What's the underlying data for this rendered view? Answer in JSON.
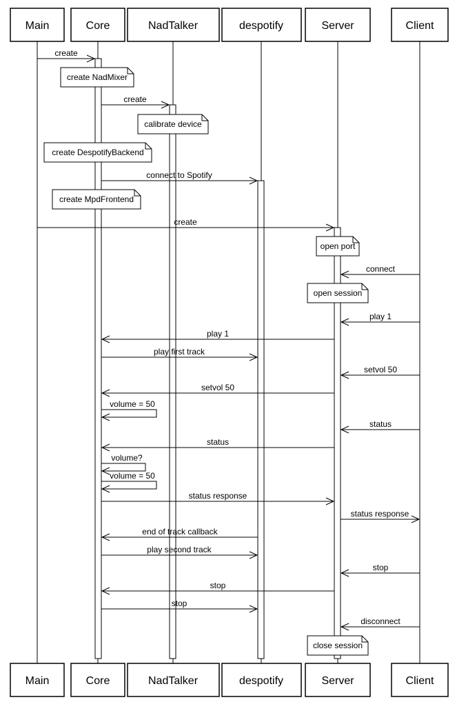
{
  "diagram": {
    "type": "uml-sequence",
    "participants": [
      "Main",
      "Core",
      "NadTalker",
      "despotify",
      "Server",
      "Client"
    ],
    "messages": [
      {
        "label": "create",
        "from": "Main",
        "to": "Core"
      },
      {
        "label": "create",
        "from": "Core",
        "to": "NadTalker"
      },
      {
        "label": "connect to Spotify",
        "from": "Core",
        "to": "despotify"
      },
      {
        "label": "create",
        "from": "Main",
        "to": "Server"
      },
      {
        "label": "connect",
        "from": "Client",
        "to": "Server"
      },
      {
        "label": "play 1",
        "from": "Client",
        "to": "Server"
      },
      {
        "label": "play 1",
        "from": "Server",
        "to": "Core"
      },
      {
        "label": "play first track",
        "from": "Core",
        "to": "despotify"
      },
      {
        "label": "setvol 50",
        "from": "Client",
        "to": "Server"
      },
      {
        "label": "setvol 50",
        "from": "Server",
        "to": "Core"
      },
      {
        "label": "volume = 50",
        "from": "Core",
        "to": "Core"
      },
      {
        "label": "status",
        "from": "Client",
        "to": "Server"
      },
      {
        "label": "status",
        "from": "Server",
        "to": "Core"
      },
      {
        "label": "volume?",
        "from": "Core",
        "to": "Core"
      },
      {
        "label": "volume = 50",
        "from": "Core",
        "to": "Core"
      },
      {
        "label": "status response",
        "from": "Core",
        "to": "Server"
      },
      {
        "label": "status response",
        "from": "Server",
        "to": "Client"
      },
      {
        "label": "end of track callback",
        "from": "despotify",
        "to": "Core"
      },
      {
        "label": "play second track",
        "from": "Core",
        "to": "despotify"
      },
      {
        "label": "stop",
        "from": "Client",
        "to": "Server"
      },
      {
        "label": "stop",
        "from": "Server",
        "to": "Core"
      },
      {
        "label": "stop",
        "from": "Core",
        "to": "despotify"
      },
      {
        "label": "disconnect",
        "from": "Client",
        "to": "Server"
      }
    ],
    "notes": [
      {
        "label": "create NadMixer",
        "at": "Core"
      },
      {
        "label": "calibrate device",
        "at": "NadTalker"
      },
      {
        "label": "create DespotifyBackend",
        "at": "Core"
      },
      {
        "label": "create MpdFrontend",
        "at": "Core"
      },
      {
        "label": "open port",
        "at": "Server"
      },
      {
        "label": "open session",
        "at": "Server"
      },
      {
        "label": "close session",
        "at": "Server"
      }
    ]
  }
}
